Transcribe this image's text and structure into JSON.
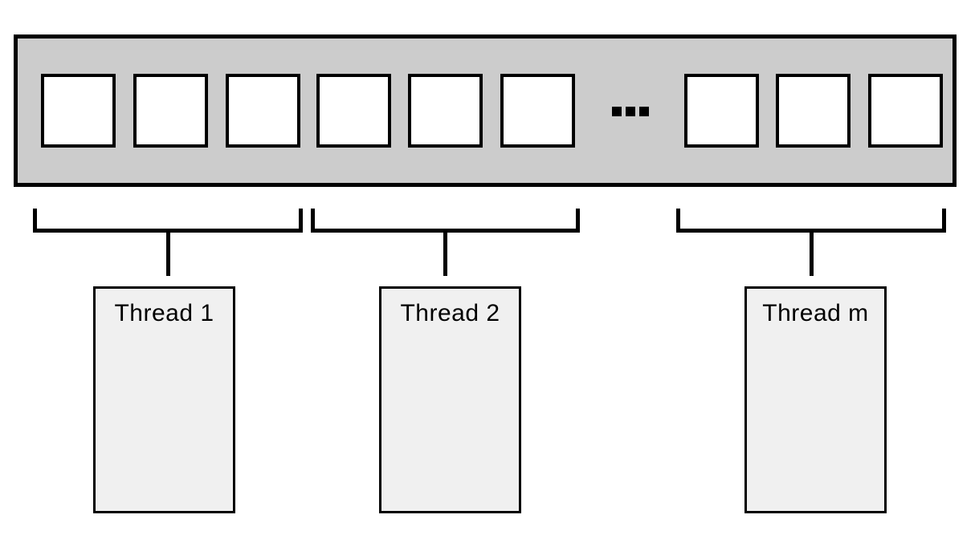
{
  "buffer": {
    "visible_cell_count": 9,
    "left_group_cells": 6,
    "right_group_cells": 3,
    "ellipsis": "..."
  },
  "threads": [
    {
      "label": "Thread 1"
    },
    {
      "label": "Thread 2"
    },
    {
      "label": "Thread m"
    }
  ],
  "icons": {
    "ellipsis-icon": "..."
  },
  "colors": {
    "background": "#ffffff",
    "buffer_fill": "#cccccc",
    "cell_fill": "#ffffff",
    "thread_box_fill": "#f0f0f0",
    "line": "#000000"
  }
}
